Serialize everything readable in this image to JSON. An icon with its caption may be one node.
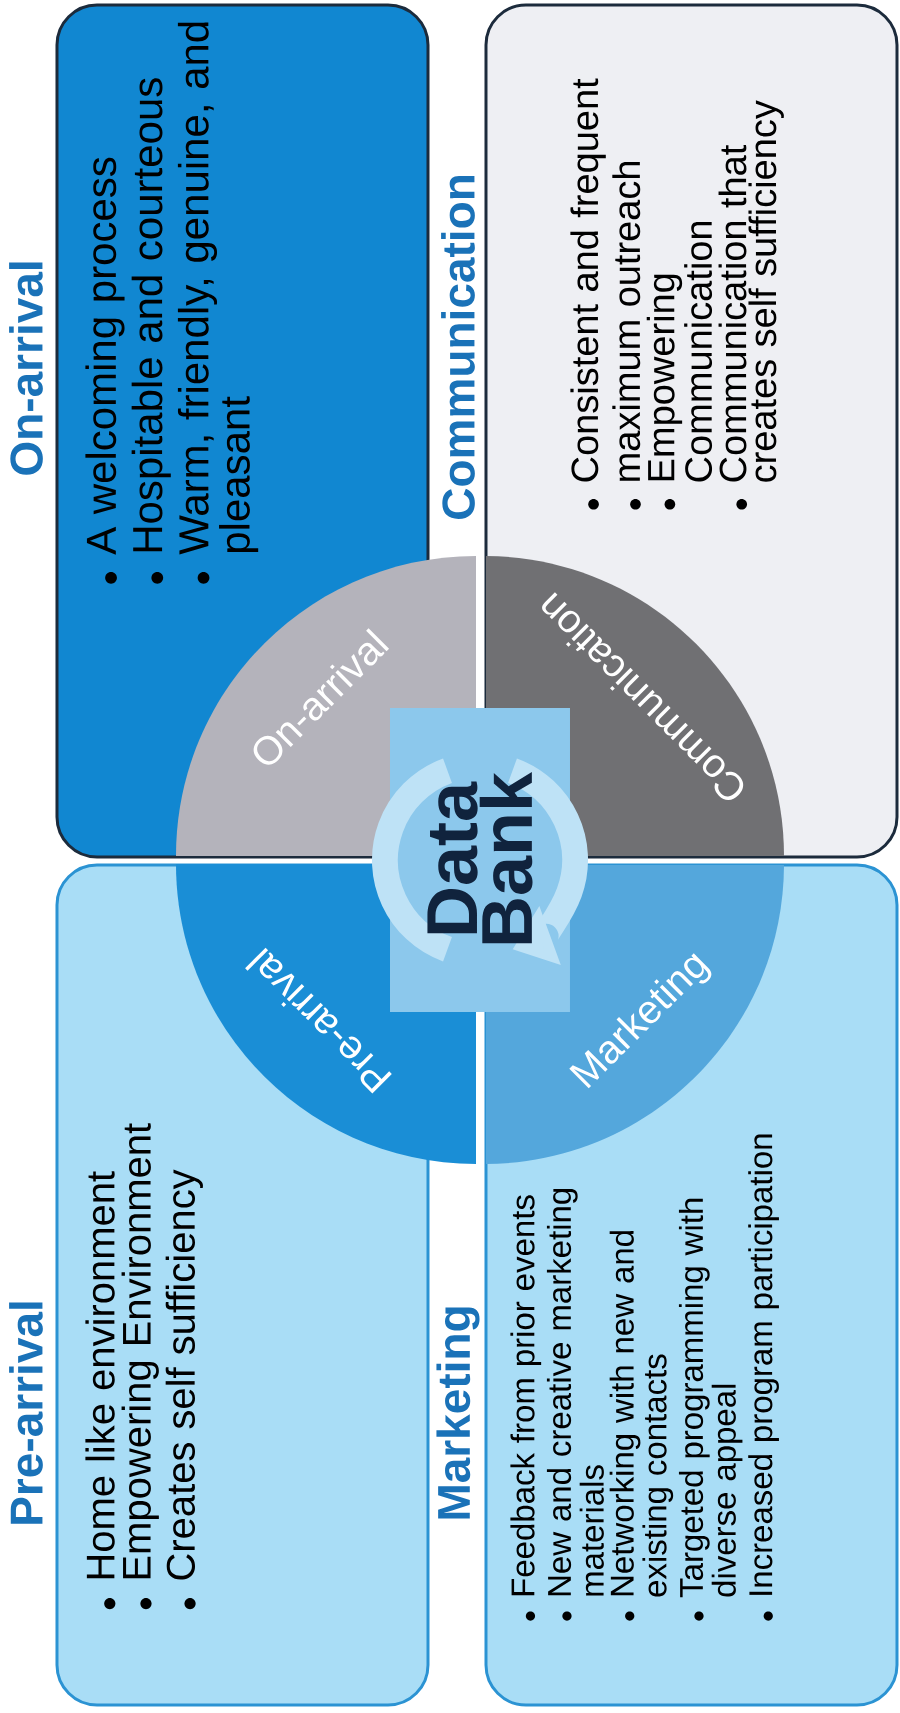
{
  "diagram": {
    "nodes": [
      {
        "text": [
          "Pre-arrival",
          "Home like environment",
          "Empowering Environment",
          "Creates self sufficiency"
        ]
      },
      {
        "text": [
          "On-arrival",
          "A welcoming process",
          "Hospitable and courteous",
          "Warm, friendly, genuine, and pleasant"
        ]
      },
      {
        "text": [
          "Marketing",
          "Feedback from prior events",
          "New and creative marketing materials",
          "Networking with new and existing contacts",
          "Targeted programming with diverse appeal",
          "Increased program participation"
        ]
      },
      {
        "text": [
          "Communication",
          "Consistent and frequent",
          "maximum outreach",
          "Empowering Communication",
          "Communication that creates self sufficiency"
        ]
      },
      {
        "text": [
          "Pre-arrival"
        ]
      },
      {
        "text": [
          "On-arrival"
        ]
      },
      {
        "text": [
          "Marketing"
        ],
        "in": 2
      },
      {
        "text": [
          "Communication"
        ],
        "in": 3
      },
      {
        "text": [
          "Data Bank"
        ]
      }
    ]
  }
}
